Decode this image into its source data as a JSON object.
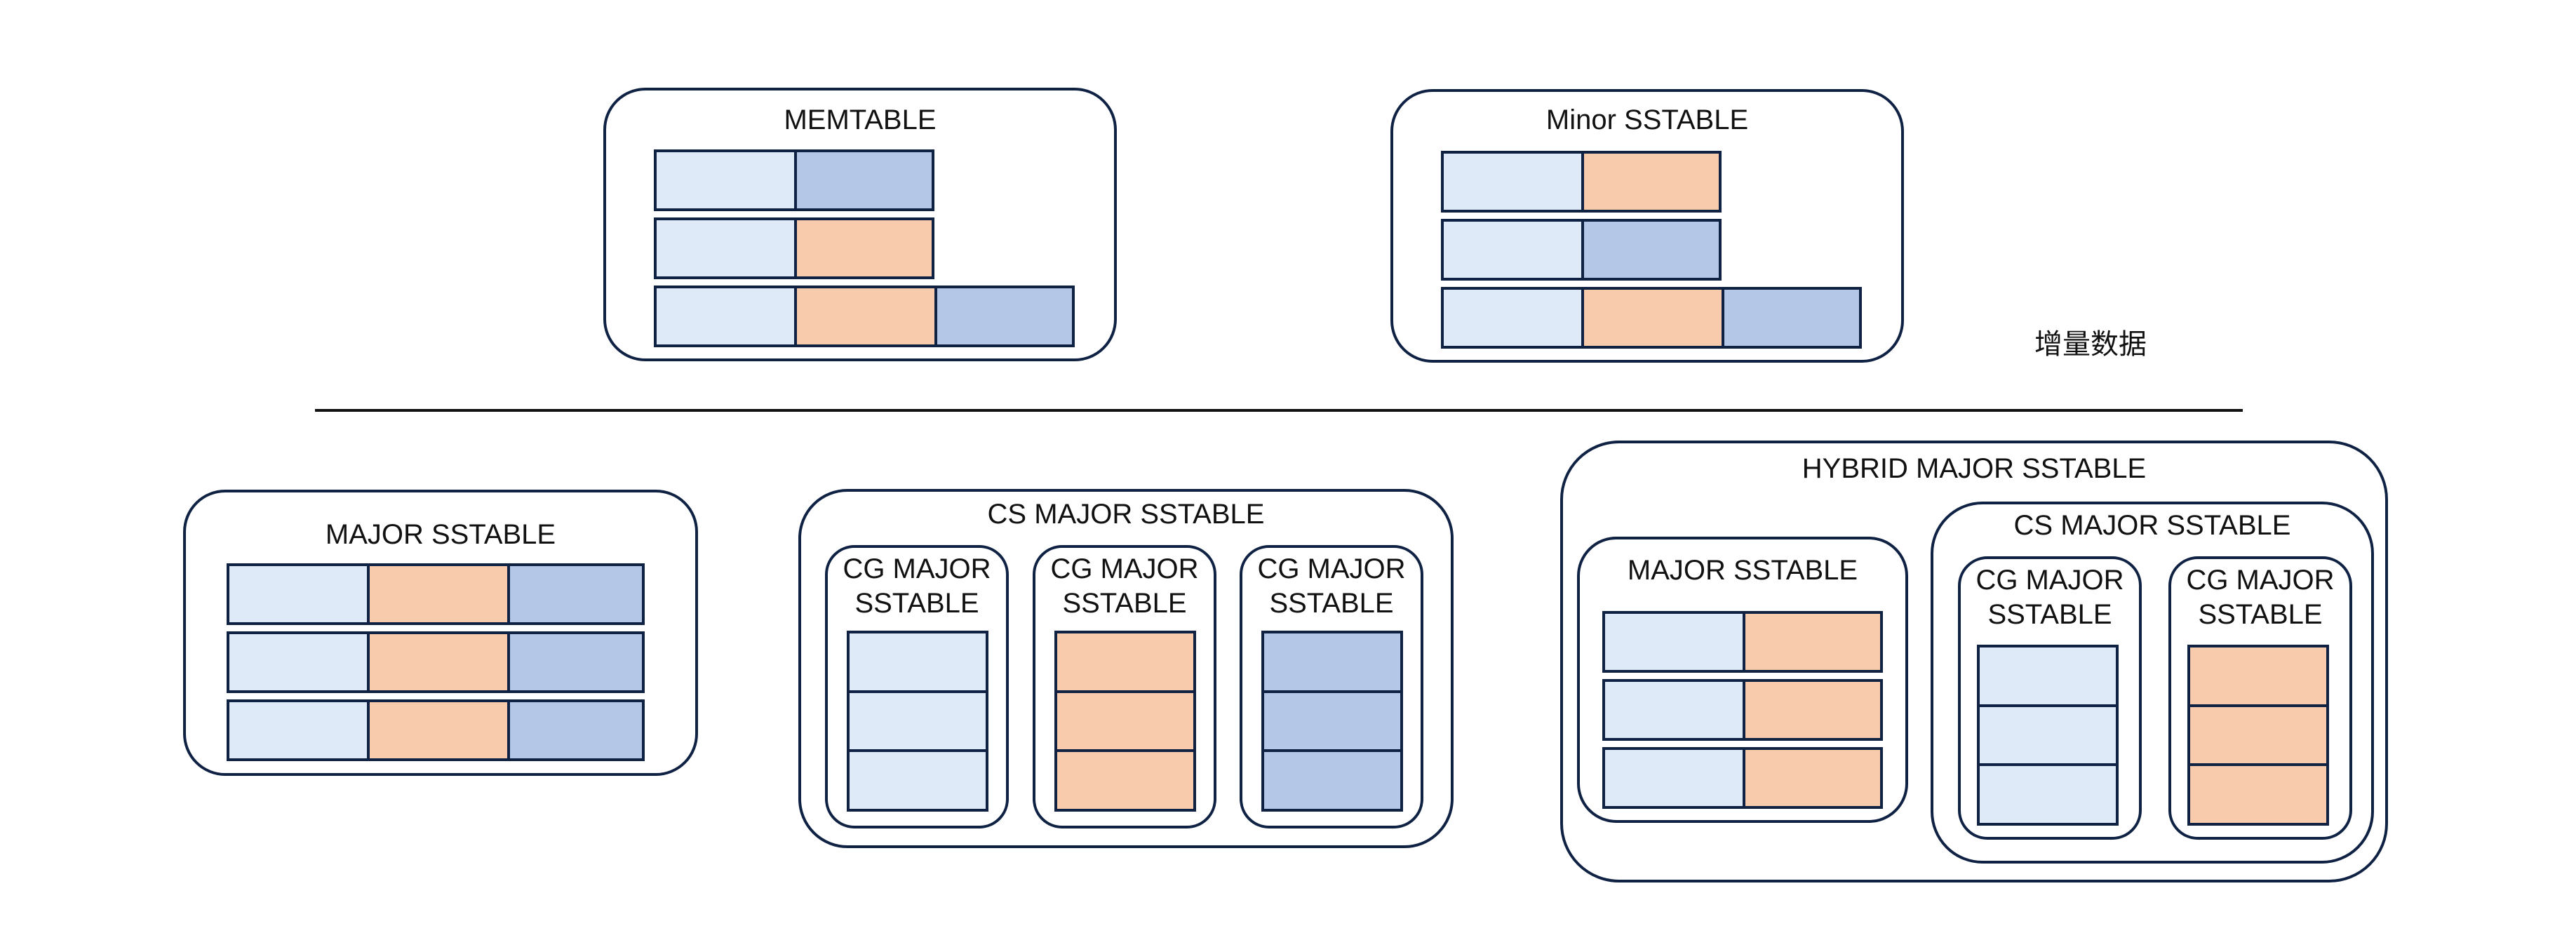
{
  "labels": {
    "memtable": "MEMTABLE",
    "minor_sstable": "Minor SSTABLE",
    "incremental_data": "增量数据",
    "major_sstable": "MAJOR SSTABLE",
    "cs_major_sstable": "CS MAJOR SSTABLE",
    "cg_major_line1": "CG MAJOR",
    "cg_major_line2": "SSTABLE",
    "hybrid_major_sstable": "HYBRID MAJOR SSTABLE"
  },
  "colors": {
    "light_blue": "#deeaf7",
    "orange": "#f8cbad",
    "blue": "#b4c7e7",
    "border": "#0f2244"
  }
}
